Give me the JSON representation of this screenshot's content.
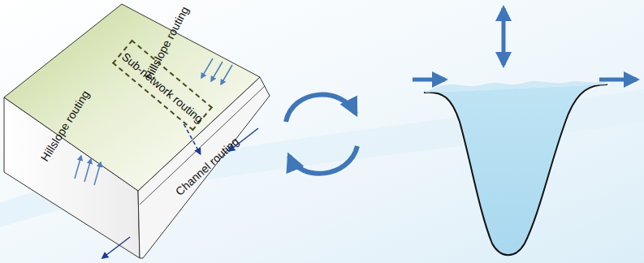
{
  "diagram": {
    "nodes": [
      {
        "text": [
          "Hillslope routing",
          "Hillslope routing"
        ]
      },
      {
        "text": [
          "Sub-network routing"
        ],
        "in": 0
      },
      {
        "text": [
          "Channel routing"
        ]
      }
    ],
    "edges": [
      {
        "from": 1,
        "to": 2,
        "arrow": "to"
      }
    ]
  }
}
